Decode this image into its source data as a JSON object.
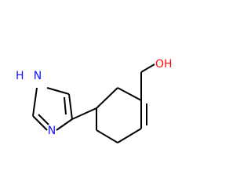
{
  "molecule": {
    "atom_labels": {
      "nh": "NH",
      "nh_h": "H",
      "nh_n": "N",
      "n": "N",
      "oh": "OH"
    },
    "colors": {
      "bond": "#000000",
      "nitrogen": "#1414ff",
      "oxygen": "#ff0d0d"
    }
  }
}
